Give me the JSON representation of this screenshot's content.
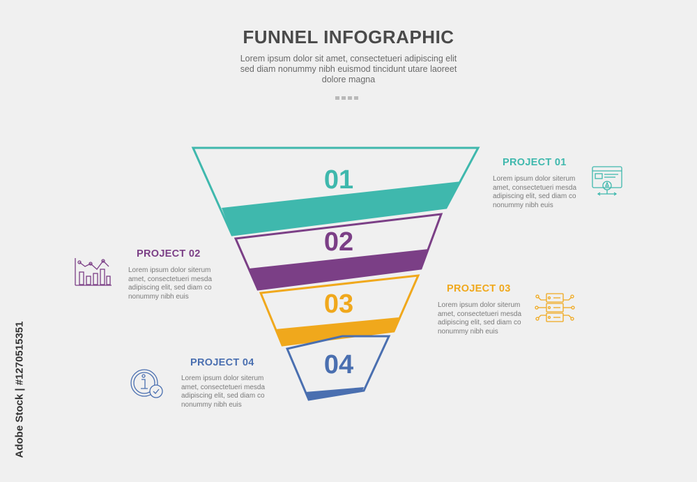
{
  "header": {
    "title": "FUNNEL INFOGRAPHIC",
    "subtitle": "Lorem ipsum dolor sit amet, consectetueri adipiscing elit sed diam nonummy nibh euismod tincidunt utare laoreet dolore magna"
  },
  "colors": {
    "teal": "#3fb8ad",
    "purple": "#7b3f86",
    "orange": "#f0a81c",
    "blue": "#4a6fb0",
    "background": "#f0f0f0"
  },
  "stages": [
    {
      "number": "01",
      "title": "PROJECT 01",
      "text": "Lorem ipsum dolor siterum amet, consectetueri mesda adipiscing elit, sed diam co nonummy nibh euis",
      "icon": "web-design-icon"
    },
    {
      "number": "02",
      "title": "PROJECT 02",
      "text": "Lorem ipsum dolor siterum amet, consectetueri mesda adipiscing elit, sed diam co nonummy nibh euis",
      "icon": "bar-chart-icon"
    },
    {
      "number": "03",
      "title": "PROJECT 03",
      "text": "Lorem ipsum dolor siterum amet, consectetueri mesda adipiscing elit, sed diam co nonummy nibh euis",
      "icon": "server-network-icon"
    },
    {
      "number": "04",
      "title": "PROJECT 04",
      "text": "Lorem ipsum dolor siterum amet, consectetueri mesda adipiscing elit, sed diam co nonummy nibh euis",
      "icon": "info-check-icon"
    }
  ],
  "watermark": {
    "stock_id": "Adobe Stock | #1270515351"
  }
}
